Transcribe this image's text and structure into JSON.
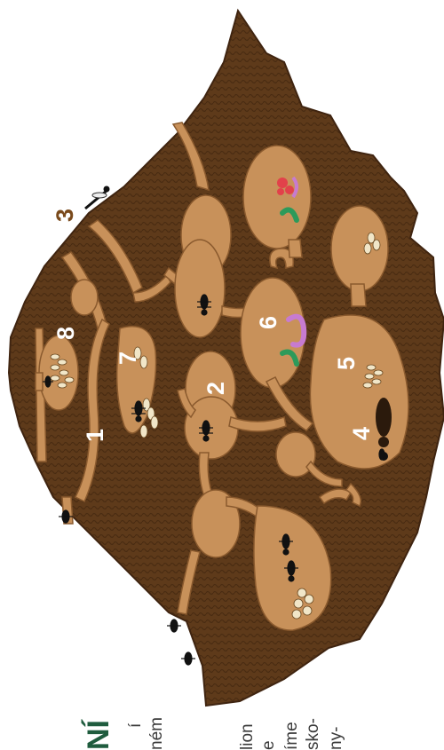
{
  "heading_fragment": "NÍ",
  "text_fragments": [
    "í",
    "ném",
    "lion",
    "e",
    "íme",
    "sko-",
    "ny-"
  ],
  "chambers": [
    {
      "label": "1",
      "description": "main entrance tunnel"
    },
    {
      "label": "2",
      "description": "chamber with ant"
    },
    {
      "label": "3",
      "description": "flying insect outside"
    },
    {
      "label": "4",
      "description": "queen chamber"
    },
    {
      "label": "5",
      "description": "egg chamber"
    },
    {
      "label": "6",
      "description": "food / larvae chamber"
    },
    {
      "label": "7",
      "description": "pupae chamber"
    },
    {
      "label": "8",
      "description": "eggs chamber"
    }
  ],
  "colors": {
    "soil": "#5e3a1a",
    "soil_texture": "#4a2c12",
    "tunnel": "#c8915a",
    "number": "#ffffff",
    "label3": "#7a4a1c",
    "heading": "#1f5c3e"
  }
}
